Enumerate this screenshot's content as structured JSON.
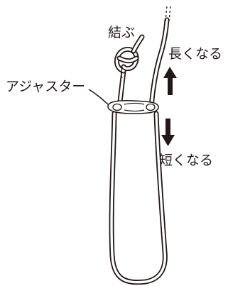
{
  "labels": {
    "knot": "結ぶ",
    "adjuster": "アジャスター",
    "longer": "長くなる",
    "shorter": "短くなる"
  },
  "colors": {
    "line": "#231815",
    "cord_fill": "#ffffff",
    "adjuster_fill": "#ffffff"
  },
  "icons": {
    "up_arrow": "up-arrow-icon",
    "down_arrow": "down-arrow-icon"
  }
}
